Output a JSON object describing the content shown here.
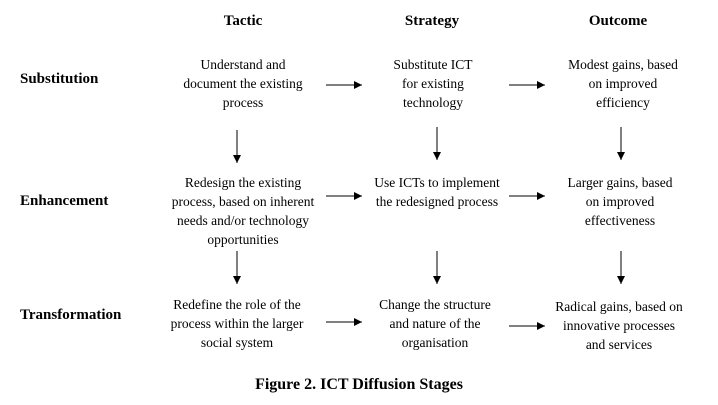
{
  "columns": [
    "Tactic",
    "Strategy",
    "Outcome"
  ],
  "rows": [
    {
      "label": "Substitution",
      "cells": [
        [
          "Understand and",
          "document the existing",
          "process"
        ],
        [
          "Substitute ICT",
          "for existing",
          "technology"
        ],
        [
          "Modest gains, based",
          "on improved",
          "efficiency"
        ]
      ]
    },
    {
      "label": "Enhancement",
      "cells": [
        [
          "Redesign the existing",
          "process, based on inherent",
          "needs and/or technology",
          "opportunities"
        ],
        [
          "Use ICTs to implement",
          "the redesigned process"
        ],
        [
          "Larger gains, based",
          "on improved",
          "effectiveness"
        ]
      ]
    },
    {
      "label": "Transformation",
      "cells": [
        [
          "Redefine the role of the",
          "process within the larger",
          "social system"
        ],
        [
          "Change the structure",
          "and nature of the",
          "organisation"
        ],
        [
          "Radical gains, based on",
          "innovative processes",
          "and services"
        ]
      ]
    }
  ],
  "caption": "Figure 2. ICT Diffusion Stages"
}
